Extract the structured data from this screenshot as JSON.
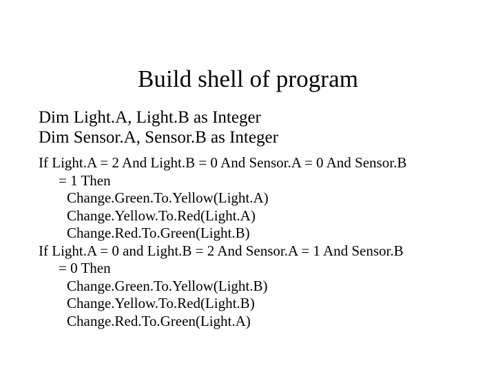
{
  "slide": {
    "title": "Build shell of program",
    "declarations": [
      "Dim Light.A, Light.B  as Integer",
      "Dim Sensor.A, Sensor.B as Integer"
    ],
    "code_lines": [
      {
        "text": "If Light.A = 2 And Light.B = 0 And Sensor.A = 0 And Sensor.B",
        "indent": 0
      },
      {
        "text": "= 1 Then",
        "indent": 1
      },
      {
        "text": "Change.Green.To.Yellow(Light.A)",
        "indent": 2
      },
      {
        "text": "Change.Yellow.To.Red(Light.A)",
        "indent": 2
      },
      {
        "text": "Change.Red.To.Green(Light.B)",
        "indent": 2
      },
      {
        "text": "If Light.A = 0 and Light.B = 2 And Sensor.A = 1 And Sensor.B",
        "indent": 0
      },
      {
        "text": "= 0 Then",
        "indent": 1
      },
      {
        "text": "Change.Green.To.Yellow(Light.B)",
        "indent": 2
      },
      {
        "text": "Change.Yellow.To.Red(Light.B)",
        "indent": 2
      },
      {
        "text": "Change.Red.To.Green(Light.A)",
        "indent": 2
      }
    ],
    "colors": {
      "background": "#ffffff",
      "text": "#000000"
    }
  }
}
